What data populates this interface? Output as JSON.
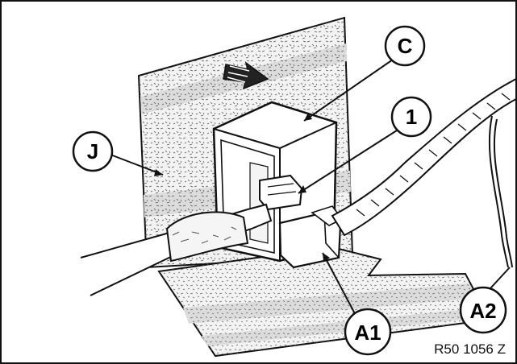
{
  "callouts": {
    "c": "C",
    "one": "1",
    "j": "J",
    "a1": "A1",
    "a2": "A2"
  },
  "reference": "R50 1056 Z",
  "colors": {
    "ink": "#111111",
    "panel_band": "#dcdcdc",
    "panel_base": "#f3f3f3",
    "connector": "#ffffff",
    "arrow": "#222222"
  }
}
